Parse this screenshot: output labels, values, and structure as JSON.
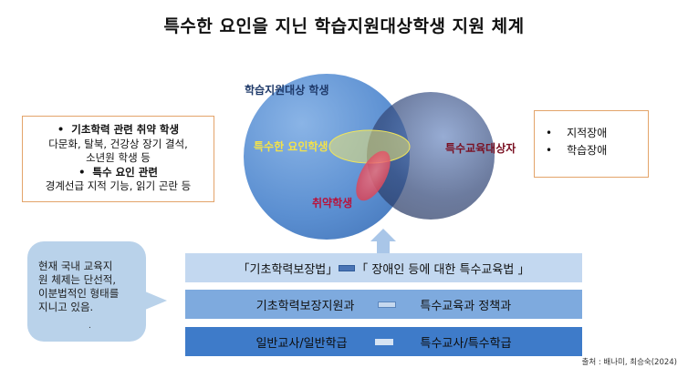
{
  "title": "특수한 요인을 지닌 학습지원대상학생 지원 체계",
  "venn": {
    "outer_label": "학습지원대상 학생",
    "special_label": "특수교육대상자",
    "factor_label": "특수한 요인학생",
    "vulnerable_label": "취약학생",
    "colors": {
      "outer_circle": "#5b8fd1",
      "special_circle": "#34497a",
      "factor_ellipse": "#e8e277",
      "vulnerable_ellipse": "#e25062"
    }
  },
  "left_box": {
    "heading1": "기초학력 관련 취약 학생",
    "line1": "다문화, 탈북, 건강상 장기 결석,",
    "line2": "소년원 학생 등",
    "heading2": "특수 요인 관련",
    "line3": "경계선급 지적 기능, 읽기 곤란 등"
  },
  "right_box": {
    "items": [
      "지적장애",
      "학습장애"
    ]
  },
  "bubble": {
    "lines": [
      "현재 국내 교육지",
      "원 체제는 단선적,",
      "이분법적인 형태를",
      "지니고 있음."
    ],
    "dot": "."
  },
  "bands": {
    "row1": {
      "left": "「기초학력보장법」",
      "right": "「 장애인 등에 대한 특수교육법 」"
    },
    "row2": {
      "left": "기초학력보장지원과",
      "right": "특수교육과 정책과"
    },
    "row3": {
      "left": "일반교사/일반학급",
      "right": "특수교사/특수학급"
    }
  },
  "source": "출처 : 배나미, 최승숙(2024)"
}
